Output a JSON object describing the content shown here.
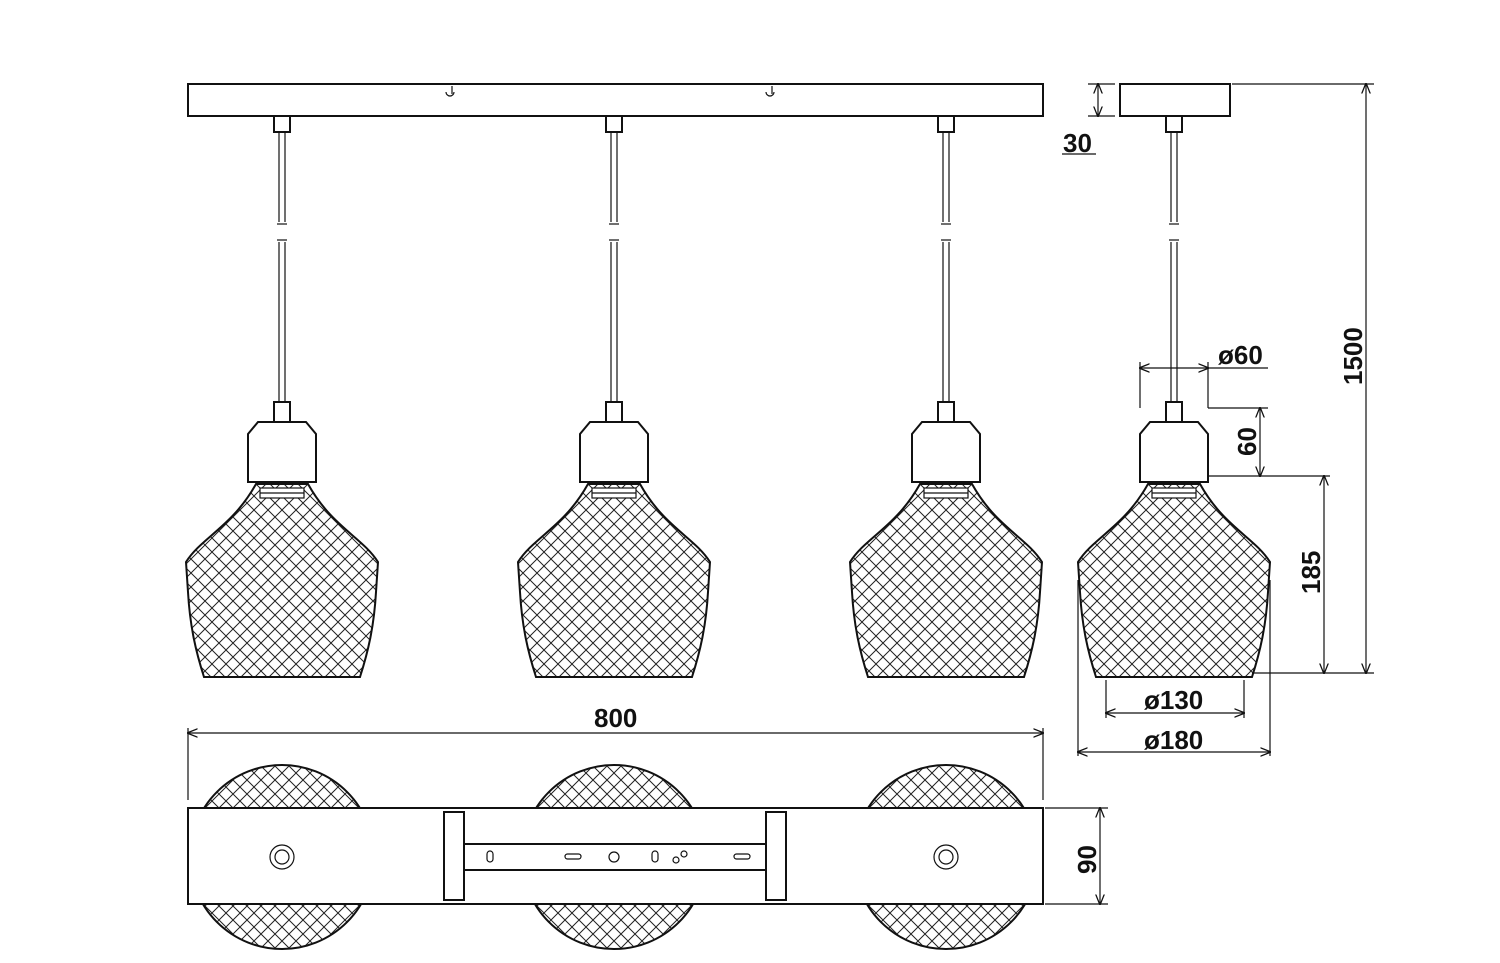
{
  "dimensions": {
    "canopy_height": "30",
    "total_height": "1500",
    "socket_diameter": "ø60",
    "socket_height": "60",
    "shade_height": "185",
    "shade_bottom_diameter": "ø130",
    "shade_max_diameter": "ø180",
    "canopy_length": "800",
    "canopy_width": "90"
  },
  "colors": {
    "line": "#111111",
    "background": "#ffffff"
  }
}
